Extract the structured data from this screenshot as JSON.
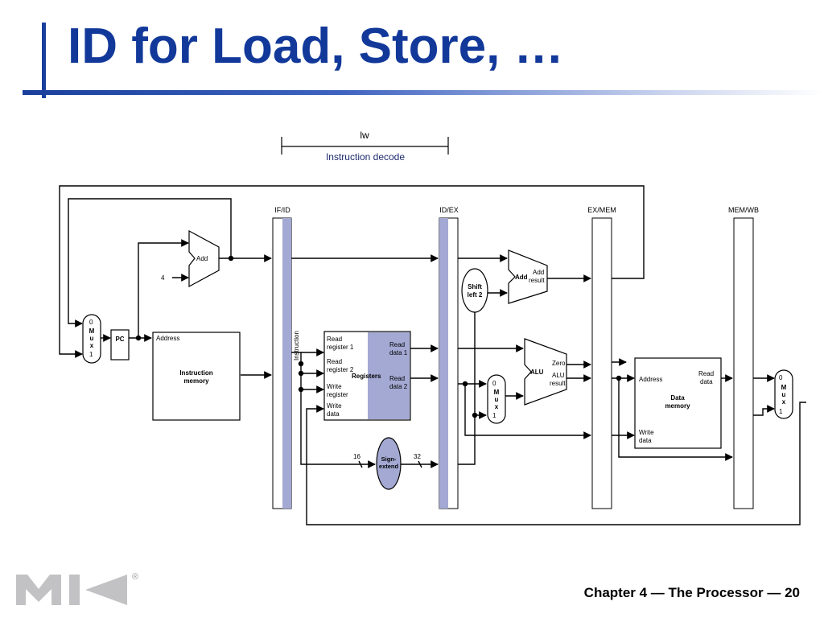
{
  "slide": {
    "title": "ID for Load, Store, …"
  },
  "stage_annotation": {
    "instruction": "lw",
    "stage": "Instruction decode"
  },
  "pipeline_registers": {
    "if_id": "IF/ID",
    "id_ex": "ID/EX",
    "ex_mem": "EX/MEM",
    "mem_wb": "MEM/WB"
  },
  "components": {
    "pc": "PC",
    "adder_pc": "Add",
    "constant_four": "4",
    "mux_left": {
      "zero": "0",
      "letters": [
        "M",
        "u",
        "x"
      ],
      "one": "1"
    },
    "instruction_memory": {
      "address": "Address",
      "title_line1": "Instruction",
      "title_line2": "memory"
    },
    "instruction_label": "Instruction",
    "registers": {
      "title": "Registers",
      "read_register_1": [
        "Read",
        "register 1"
      ],
      "read_register_2": [
        "Read",
        "register 2"
      ],
      "write_register": [
        "Write",
        "register"
      ],
      "write_data": [
        "Write",
        "data"
      ],
      "read_data_1": [
        "Read",
        "data 1"
      ],
      "read_data_2": [
        "Read",
        "data 2"
      ]
    },
    "sign_extend": {
      "line1": "Sign-",
      "line2": "extend",
      "in_bits": "16",
      "out_bits": "32"
    },
    "shift_left_2": {
      "line1": "Shift",
      "line2": "left 2"
    },
    "adder_branch": {
      "label": "Add",
      "result_line1": "Add",
      "result_line2": "result"
    },
    "mux_alu": {
      "zero": "0",
      "letters": [
        "M",
        "u",
        "x"
      ],
      "one": "1"
    },
    "alu": {
      "label": "ALU",
      "zero": "Zero",
      "result_line1": "ALU",
      "result_line2": "result"
    },
    "data_memory": {
      "address": "Address",
      "read_data": [
        "Read",
        "data"
      ],
      "write_data": [
        "Write",
        "data"
      ],
      "title_line1": "Data",
      "title_line2": "memory"
    },
    "mux_wb": {
      "zero": "0",
      "letters": [
        "M",
        "u",
        "x"
      ],
      "one": "1"
    }
  },
  "footer": {
    "text": "Chapter 4 — The Processor — 20"
  },
  "logo": {
    "registered": "®"
  },
  "colors": {
    "title": "#12399a",
    "highlight": "#a3a9d3",
    "accent_bar": "#1a3f9c"
  }
}
